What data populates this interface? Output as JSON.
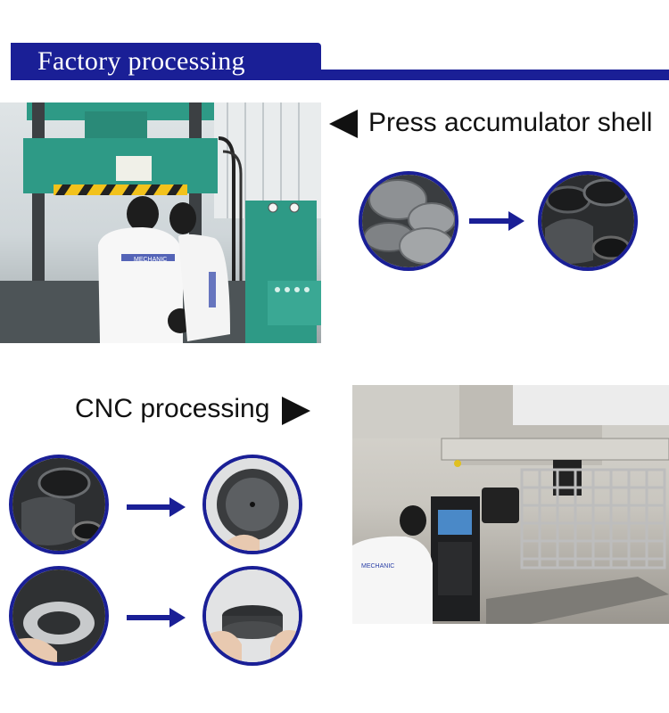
{
  "header": {
    "title": "Factory processing"
  },
  "sections": {
    "press": {
      "label": "Press accumulator shell"
    },
    "cnc": {
      "label": "CNC processing"
    }
  },
  "photos": {
    "press_shirt_logo": "MECHANIC",
    "cnc_shirt_logo": "MECHANIC"
  },
  "colors": {
    "brand_blue": "#1a1f96",
    "press_machine_green": "#2e9a86"
  }
}
